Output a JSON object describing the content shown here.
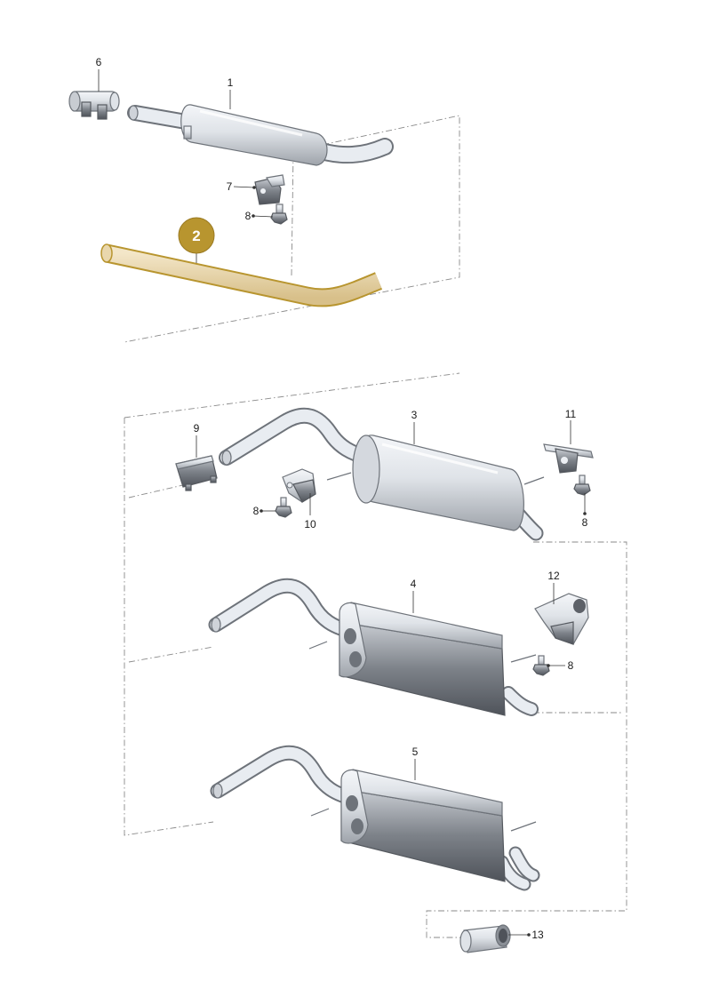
{
  "diagram": {
    "callouts": [
      {
        "id": "callout-1",
        "number": "1"
      },
      {
        "id": "callout-2",
        "number": "2",
        "highlighted": true
      },
      {
        "id": "callout-3",
        "number": "3"
      },
      {
        "id": "callout-4",
        "number": "4"
      },
      {
        "id": "callout-5",
        "number": "5"
      },
      {
        "id": "callout-6",
        "number": "6"
      },
      {
        "id": "callout-7",
        "number": "7"
      },
      {
        "id": "callout-8a",
        "number": "8"
      },
      {
        "id": "callout-8b",
        "number": "8"
      },
      {
        "id": "callout-8c",
        "number": "8"
      },
      {
        "id": "callout-8d",
        "number": "8"
      },
      {
        "id": "callout-9",
        "number": "9"
      },
      {
        "id": "callout-10",
        "number": "10"
      },
      {
        "id": "callout-11",
        "number": "11"
      },
      {
        "id": "callout-12",
        "number": "12"
      },
      {
        "id": "callout-13",
        "number": "13"
      }
    ],
    "colors": {
      "highlight_fill": "#b8952f",
      "highlight_part": "#e9d7ad",
      "metal_light": "#eef1f5",
      "metal_dark": "#5d6168",
      "frame_line": "#8a8a8a"
    }
  }
}
